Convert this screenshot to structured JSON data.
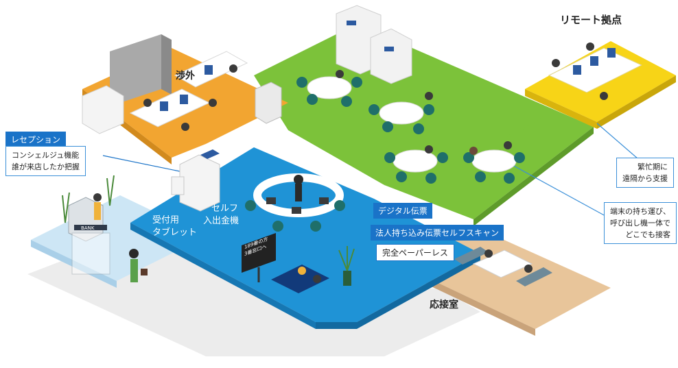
{
  "zones": {
    "remote_site": "リモート拠点",
    "external_affairs": "渉外",
    "reception_room": "応接室"
  },
  "reception": {
    "title": "レセプション",
    "lines": [
      "コンシェルジュ機能",
      "誰が来店したか把握"
    ]
  },
  "devices": {
    "self_atm": [
      "セルフ",
      "入出金機"
    ],
    "tablet": [
      "受付用",
      "タブレット"
    ]
  },
  "features": {
    "digital_slip": "デジタル伝票",
    "self_scan": "法人持ち込み伝票セルフスキャン",
    "paperless": "完全ペーパーレス"
  },
  "callouts": {
    "remote_support": [
      "繁忙期に",
      "遠隔から支援"
    ],
    "mobile_service": [
      "端末の持ち運び、",
      "呼び出し機一体で",
      "どこでも接客"
    ]
  },
  "signage": [
    "189番の方",
    "3番窓口へ"
  ],
  "bank_sign": "BANK",
  "colors": {
    "lobby_blue": "#1f93d6",
    "green_floor": "#7cc23a",
    "orange_floor": "#f2a531",
    "yellow_floor": "#f7d417",
    "beige_floor": "#e8c59a",
    "entrance_lightblue": "#cde6f5",
    "callout_border": "#3a8fd8"
  }
}
